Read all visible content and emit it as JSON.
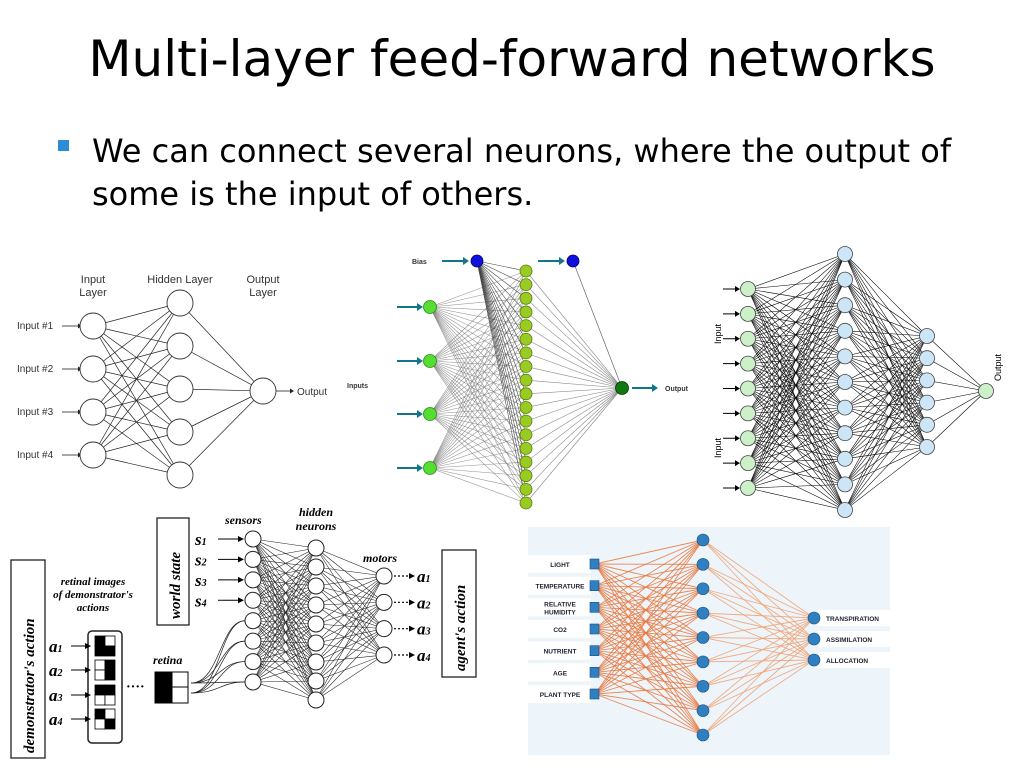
{
  "slide": {
    "title": "Multi-layer feed-forward networks",
    "bullet": "We can connect several neurons, where the output of some is the input of others."
  },
  "colors": {
    "bullet": "#2e8bd6",
    "green_node": "#55dd33",
    "lime_node": "#99cc22",
    "bias_node": "#1111dd",
    "output_node_green": "#117711",
    "teal_arrow": "#117788",
    "light_blue_node": "#cce6f7",
    "light_green_node": "#ccf0c8",
    "orange_link": "#e8743a",
    "blue_node": "#2f7fc1",
    "panel_bg": "#eef5fa"
  },
  "fig1": {
    "layer_labels": [
      "Input\nLayer",
      "Hidden Layer",
      "Output\nLayer"
    ],
    "input_labels": [
      "Input #1",
      "Input #2",
      "Input #3",
      "Input #4"
    ],
    "output_label": "Output"
  },
  "fig2": {
    "bias_label": "Bias",
    "inputs_label": "Inputs",
    "output_label": "Output"
  },
  "fig3": {
    "input_label": "Input",
    "output_label": "Output"
  },
  "fig4": {
    "demonstrator_label": "demonstrator's action",
    "retinal_label": [
      "retinal images",
      "of demonstrator's",
      "actions"
    ],
    "world_state_label": "world state",
    "sensors_label": "sensors",
    "hidden_label": [
      "hidden",
      "neurons"
    ],
    "motors_label": "motors",
    "agent_label": "agent's action",
    "retina_label": "retina",
    "s_labels": [
      "s",
      "s",
      "s",
      "s"
    ],
    "a_labels": [
      "a",
      "a",
      "a",
      "a"
    ],
    "subscripts": [
      "1",
      "2",
      "3",
      "4"
    ],
    "ellipsis": "····"
  },
  "fig5": {
    "inputs": [
      "LIGHT",
      "TEMPERATURE",
      "RELATIVE HUMIDITY",
      "CO2",
      "NUTRIENT",
      "AGE",
      "PLANT TYPE"
    ],
    "outputs": [
      "TRANSPIRATION",
      "ASSIMILATION",
      "ALLOCATION"
    ]
  }
}
